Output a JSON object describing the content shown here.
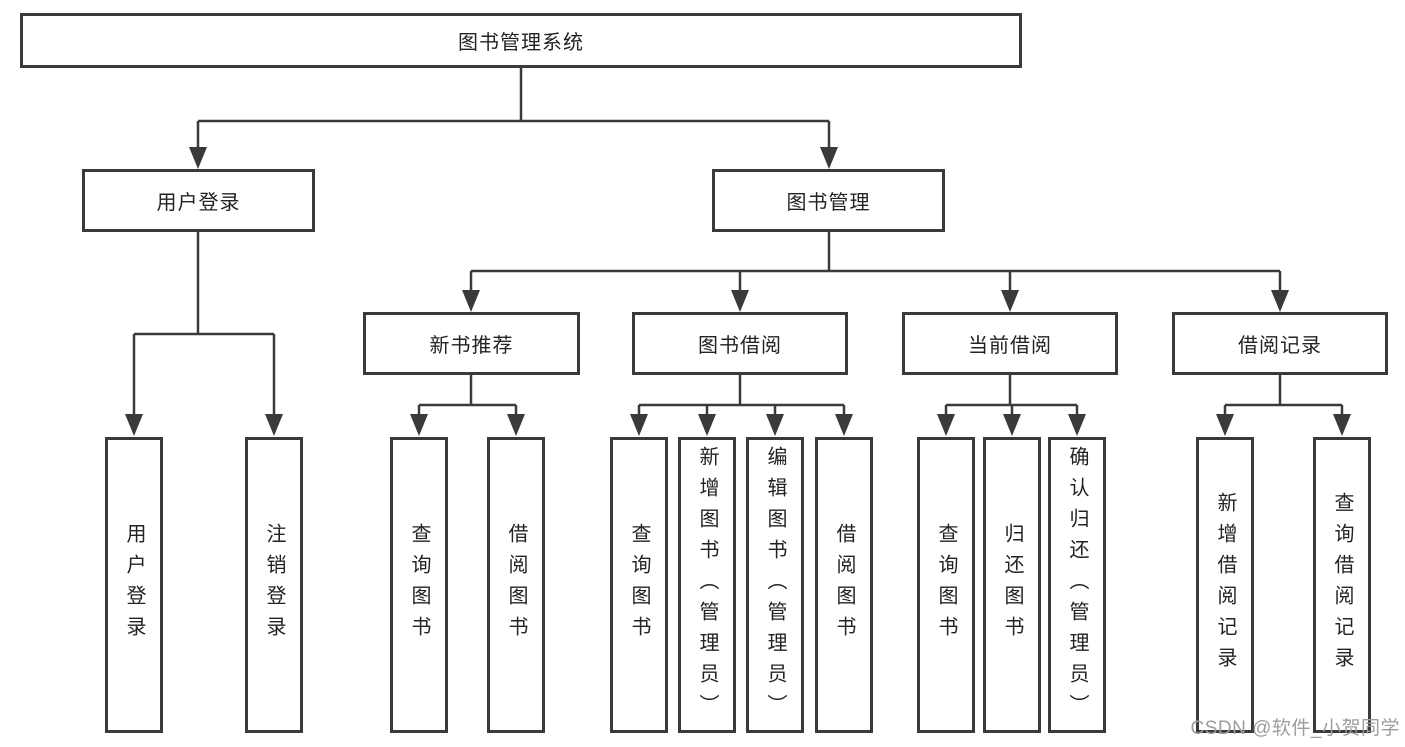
{
  "tree": {
    "root": {
      "label": "图书管理系统",
      "children": [
        {
          "label": "用户登录",
          "children": [
            {
              "label": "用户登录"
            },
            {
              "label": "注销登录"
            }
          ]
        },
        {
          "label": "图书管理",
          "children": [
            {
              "label": "新书推荐",
              "children": [
                {
                  "label": "查询图书"
                },
                {
                  "label": "借阅图书"
                }
              ]
            },
            {
              "label": "图书借阅",
              "children": [
                {
                  "label": "查询图书"
                },
                {
                  "label": "新增图书（管理员）"
                },
                {
                  "label": "编辑图书（管理员）"
                },
                {
                  "label": "借阅图书"
                }
              ]
            },
            {
              "label": "当前借阅",
              "children": [
                {
                  "label": "查询图书"
                },
                {
                  "label": "归还图书"
                },
                {
                  "label": "确认归还（管理员）"
                }
              ]
            },
            {
              "label": "借阅记录",
              "children": [
                {
                  "label": "新增借阅记录"
                },
                {
                  "label": "查询借阅记录"
                }
              ]
            }
          ]
        }
      ]
    }
  },
  "colors": {
    "line": "#3a3a3a",
    "border": "#3a3a3a",
    "text": "#232323",
    "watermark": "#9d9d9d"
  },
  "watermark": {
    "text": "CSDN @软件_小贺同学"
  }
}
